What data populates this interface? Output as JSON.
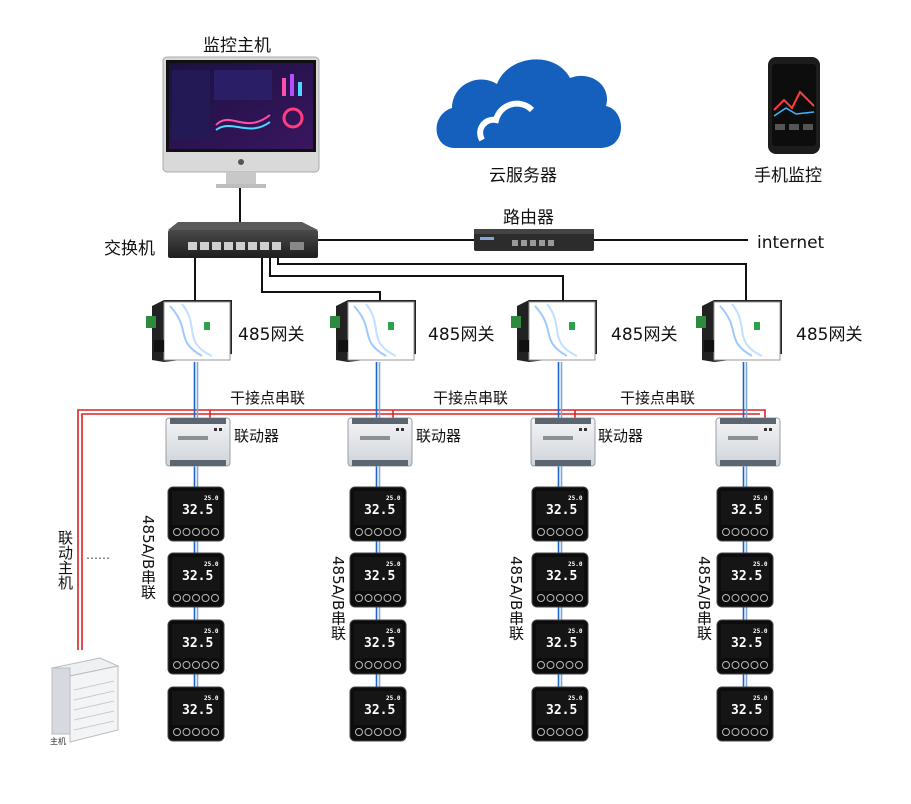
{
  "labels": {
    "monitor_host": "监控主机",
    "cloud_server": "云服务器",
    "phone_monitor": "手机监控",
    "router": "路由器",
    "switch": "交换机",
    "internet": "internet",
    "gateway": "485网关",
    "dry_contact": "干接点串联",
    "linkage": "联动器",
    "rs485_series": "485A/B串联",
    "linkage_host": "联动主机",
    "host_small": "主机",
    "ellipsis": "……",
    "thermostat_reading": "32.5",
    "thermostat_small": "25.0"
  },
  "colors": {
    "cloud": "#1560BD",
    "dry_contact_wire": "#E02020",
    "rs485_wire_a": "#1E64C8",
    "rs485_wire_b": "#7AA8E0",
    "network_wire": "#111111"
  }
}
